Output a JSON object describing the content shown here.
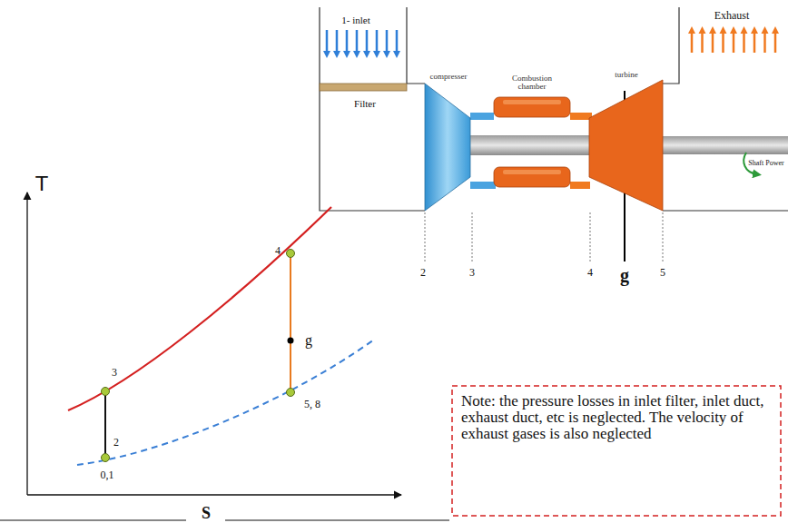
{
  "diagram": {
    "nodes": [
      {
        "text": [
          "compresser"
        ]
      },
      {
        "text": [
          "Combustion chamber"
        ]
      },
      {
        "text": [
          "turbine"
        ]
      },
      {
        "text": [
          "Note: the pressure losses in inlet filter, inlet duct, exhaust duct, etc is neglected. The velocity of exhaust gases is also neglected"
        ]
      }
    ],
    "edges": [
      {
        "from": 0,
        "to": 1,
        "arrow": "none"
      },
      {
        "from": 1,
        "to": 2,
        "arrow": "none"
      }
    ],
    "labels": [
      "1- inlet",
      "Filter",
      "Exhaust",
      "Shaft Power",
      "2",
      "3",
      "4",
      "g",
      "5",
      "T",
      "4",
      "g",
      "5, 8",
      "3",
      "2",
      "0,1",
      "S"
    ]
  }
}
